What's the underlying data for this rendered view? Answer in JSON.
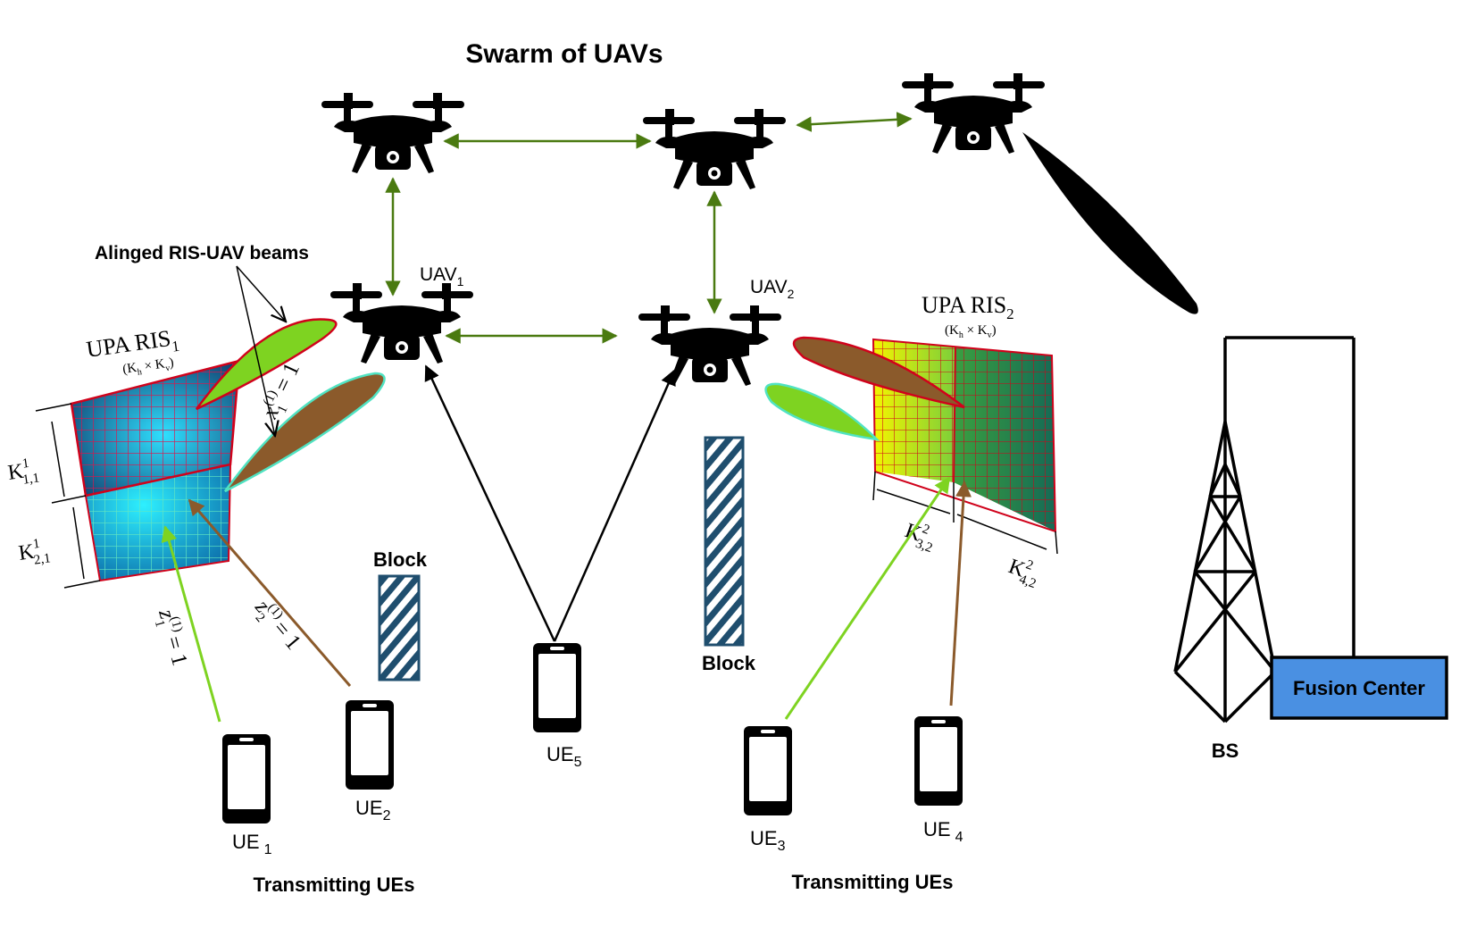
{
  "title": "Swarm of UAVs",
  "beam_label": "Alinged RIS-UAV beams",
  "uav_labels": [
    {
      "base": "UAV",
      "sub": "1"
    },
    {
      "base": "UAV",
      "sub": "2"
    }
  ],
  "ris": [
    {
      "base": "UPA RIS",
      "sub": "1",
      "dims": "(K",
      "dims_h": "h",
      "dims_x": " × K",
      "dims_v": "v",
      "dims_end": ")"
    },
    {
      "base": "UPA RIS",
      "sub": "2",
      "dims": "(K",
      "dims_h": "h",
      "dims_x": " × K",
      "dims_v": "v",
      "dims_end": ")"
    }
  ],
  "partition_labels": [
    {
      "base": "K",
      "sup": "1",
      "sub": "1,1"
    },
    {
      "base": "K",
      "sup": "1",
      "sub": "2,1"
    },
    {
      "base": "K",
      "sup": "2",
      "sub": "3,2"
    },
    {
      "base": "K",
      "sup": "2",
      "sub": "4,2"
    }
  ],
  "assignment_labels": [
    {
      "base": "x",
      "sup": "(1)",
      "sub": "1",
      "rhs": " = 1"
    },
    {
      "base": "z",
      "sup": "(1)",
      "sub": "1",
      "rhs": " = 1"
    },
    {
      "base": "z",
      "sup": "(1)",
      "sub": "2",
      "rhs": " = 1"
    }
  ],
  "block_label": "Block",
  "ue_labels": [
    {
      "base": "UE",
      "sub": "1"
    },
    {
      "base": "UE",
      "sub": "2"
    },
    {
      "base": "UE",
      "sub": "3"
    },
    {
      "base": "UE",
      "sub": "4"
    },
    {
      "base": "UE",
      "sub": "5"
    }
  ],
  "group_label": "Transmitting UEs",
  "bs_label": "BS",
  "fusion_label": "Fusion Center",
  "colors": {
    "uav_link": "#4a7a10",
    "beam_green": "#7ed321",
    "beam_brown": "#8b5a2b",
    "ris_outline": "#d0021b",
    "ris1_top": "#1a7fd4",
    "ris1_bottom": "#22c4e8",
    "ris2_left": "#d4f000",
    "ris2_right": "#1a8a5a",
    "fusion_fill": "#4a90e2",
    "block_stripe": "#1f4e6e"
  }
}
